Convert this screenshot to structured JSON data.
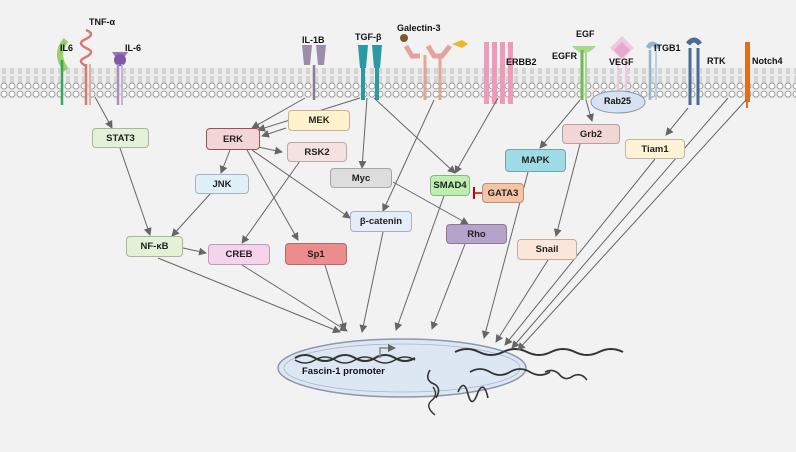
{
  "receptors": {
    "il6_left": "IL6",
    "tnf": "TNF-α",
    "il6_right": "IL-6",
    "il1b": "IL-1B",
    "tgfb": "TGF-β",
    "galectin3": "Galectin-3",
    "erbb2": "ERBB2",
    "egf": "EGF",
    "egfr": "EGFR",
    "vegf": "VEGF",
    "itgb1": "ITGB1",
    "rtk": "RTK",
    "notch4": "Notch4",
    "rab25": "Rab25"
  },
  "nodes": {
    "stat3": "STAT3",
    "erk": "ERK",
    "mek": "MEK",
    "rsk2": "RSK2",
    "myc": "Myc",
    "smad4": "SMAD4",
    "gata3": "GATA3",
    "jnk": "JNK",
    "beta_catenin": "β-catenin",
    "nfkb": "NF-κB",
    "creb": "CREB",
    "sp1": "Sp1",
    "rho": "Rho",
    "mapk": "MAPK",
    "grb2": "Grb2",
    "tiam1": "Tiam1",
    "snail": "Snail"
  },
  "promoter": "Fascin-1 promoter",
  "colors": {
    "background": "#f2f2f2",
    "arrow": "#666666",
    "membrane": "#e8e8e8",
    "green": "#e3f1d7",
    "pink": "#f2d6d6",
    "yellow": "#fff2cc",
    "lightpink": "#f6e1e1",
    "gray": "#dddddd",
    "brightgreen": "#bdf0b0",
    "orange": "#f6c4a4",
    "lightblue": "#dff0f9",
    "blue": "#e5ecfa",
    "magenta": "#f6d3ec",
    "red": "#ec8c8c",
    "purple": "#b7a3c9",
    "cyan": "#9fdbe6",
    "peach": "#fbe6d8",
    "cream": "#fff3d5"
  }
}
